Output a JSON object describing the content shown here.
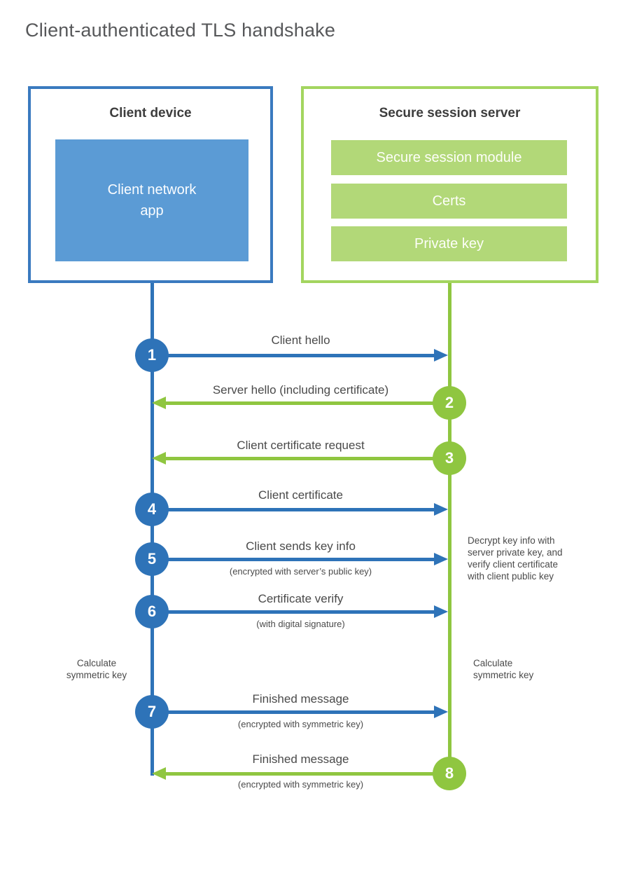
{
  "title": "Client-authenticated TLS handshake",
  "client": {
    "heading": "Client device",
    "app_label": "Client network\napp"
  },
  "server": {
    "heading": "Secure session server",
    "modules": [
      {
        "label": "Secure session module"
      },
      {
        "label": "Certs"
      },
      {
        "label": "Private key"
      }
    ]
  },
  "messages": [
    {
      "num": "1",
      "from": "client",
      "label": "Client hello",
      "sub": ""
    },
    {
      "num": "2",
      "from": "server",
      "label": "Server hello (including certificate)",
      "sub": ""
    },
    {
      "num": "3",
      "from": "server",
      "label": "Client certificate request",
      "sub": ""
    },
    {
      "num": "4",
      "from": "client",
      "label": "Client certificate",
      "sub": ""
    },
    {
      "num": "5",
      "from": "client",
      "label": "Client sends key info",
      "sub": "(encrypted with server’s public key)"
    },
    {
      "num": "6",
      "from": "client",
      "label": "Certificate verify",
      "sub": "(with digital signature)"
    },
    {
      "num": "7",
      "from": "client",
      "label": "Finished message",
      "sub": "(encrypted with symmetric key)"
    },
    {
      "num": "8",
      "from": "server",
      "label": "Finished message",
      "sub": "(encrypted with symmetric key)"
    }
  ],
  "annotations": {
    "server_note": "Decrypt key info with\nserver private key, and\nverify client certificate\nwith client public key",
    "client_calc": "Calculate\nsymmetric key",
    "server_calc": "Calculate\nsymmetric key"
  },
  "colors": {
    "blue_strong": "#2e73b8",
    "blue_border": "#3a7abf",
    "blue_fill": "#5b9bd5",
    "green_strong": "#8fc640",
    "green_border": "#a3d55f",
    "green_fill": "#b2d878",
    "heading_text": "#3d3d3d",
    "label_text": "#4a4a4a",
    "title_text": "#57585a"
  }
}
